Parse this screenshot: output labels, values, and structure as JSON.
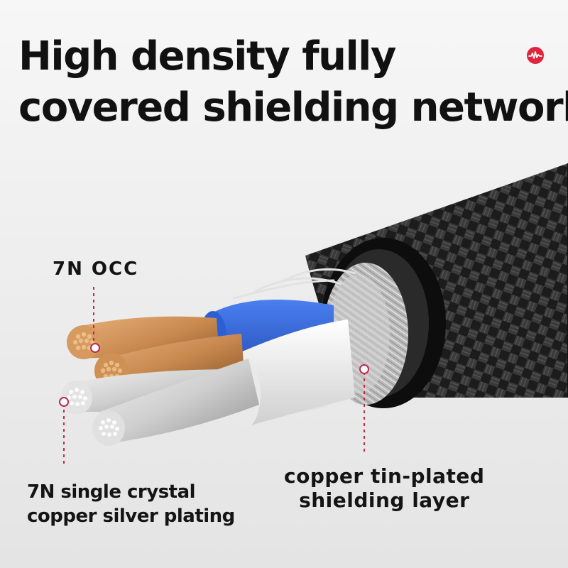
{
  "headline": {
    "line1": "High density fully",
    "line2": "covered shielding network"
  },
  "brand": {
    "icon": "soundwave-logo-icon",
    "color": "#e0243e"
  },
  "callouts": {
    "conductor": "7N OCC",
    "silver_plating": {
      "line1": "7N single crystal",
      "line2": "copper silver plating"
    },
    "shield": {
      "line1": "copper tin-plated",
      "line2": "shielding layer"
    }
  },
  "colors": {
    "accent": "#e0243e",
    "leader_line": "#c0284c",
    "copper": "#c8894f",
    "silver": "#d9d9d9",
    "insulation_blue": "#2a5fd6",
    "braid": "#1a1a1a"
  }
}
